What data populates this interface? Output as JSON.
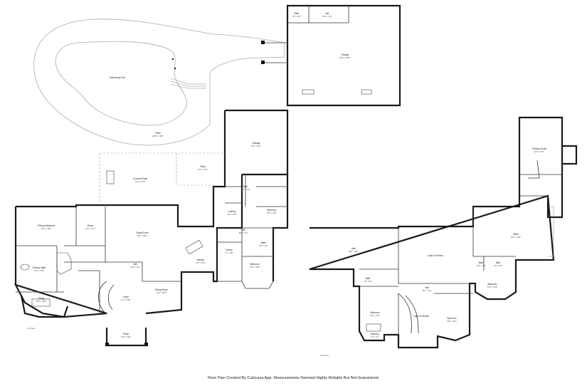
{
  "footer_note": "Floor Plan Created By Cubicasa App. Measurements Deemed Highly Reliable But Not Guaranteed.",
  "floor_labels": {
    "first": "1st Floor",
    "second": "2nd Floor"
  },
  "rooms": {
    "swimming_pool": {
      "name": "Swimming Pool"
    },
    "garage": {
      "name": "Garage",
      "dim": "29'6\" x 40'10\""
    },
    "bath_shop": {
      "name": "Bath",
      "dim": "8'0\" x 6'0\""
    },
    "bar": {
      "name": "Bar",
      "dim": "20'0\" x 11'1\""
    },
    "patio": {
      "name": "Patio",
      "dim": "108'3\" x 49'5\""
    },
    "garage_main": {
      "name": "Garage",
      "dim": "26'1\" x 21'0\""
    },
    "covered_patio": {
      "name": "Covered Patio",
      "dim": "37'0\" x 26'6\""
    },
    "patio2": {
      "name": "Patio",
      "dim": "27'1\" x 16'7\""
    },
    "primary_bedroom": {
      "name": "Primary Bedroom",
      "dim": "18'1\" x 18'9\""
    },
    "room_a": {
      "name": "Room",
      "dim": "11'0\" x 17'2\""
    },
    "great_room": {
      "name": "Great Room",
      "dim": "26'4\" x 28'3\""
    },
    "primary_bath": {
      "name": "Primary Bath",
      "dim": "15'4\" x 12'6\""
    },
    "study": {
      "name": "Study",
      "dim": "18'0\" x 18'3\""
    },
    "hall1": {
      "name": "Hall",
      "dim": "24'9\" x 5'3\""
    },
    "foyer": {
      "name": "Foyer",
      "dim": "17'7\" x 18'3\""
    },
    "dining_room": {
      "name": "Dining Room",
      "dim": "16'5\" x 14'5\""
    },
    "porch": {
      "name": "Porch",
      "dim": "21'0\" x 10'0\""
    },
    "kitchen": {
      "name": "Kitchen",
      "dim": "17'5\" x 14'0\""
    },
    "laundry": {
      "name": "Laundry",
      "dim": "9'0\" x 14'9\""
    },
    "bath_1": {
      "name": "Bath",
      "dim": "14'1\" x 9'9\""
    },
    "bedroom_1": {
      "name": "Bedroom",
      "dim": "13'5\" x 14'2\""
    },
    "hall2": {
      "name": "Hall",
      "dim": "26'5\" x 6'4\""
    },
    "pantry": {
      "name": "Pantry",
      "dim": "5'7\" x 9'8\""
    },
    "bath_2": {
      "name": "Bath",
      "dim": "10'8\" x 6'0\""
    },
    "bedroom_2": {
      "name": "Bedroom",
      "dim": "15'0\" x 15'8\""
    },
    "attic": {
      "name": "Attic",
      "dim": "49'5\" x 19'7\""
    },
    "open_to_below": {
      "name": "Open To Below",
      "dim": ""
    },
    "office": {
      "name": "Office",
      "dim": "30'0\" x 26'8\""
    },
    "primary_room": {
      "name": "Primary Room",
      "dim": "18'0\" x 26'7\""
    },
    "bath_3": {
      "name": "Bath",
      "dim": "13'6\" x 6'3\""
    },
    "bath_4": {
      "name": "Bath",
      "dim": "9'0\" x 8'0\""
    },
    "bedroom_3": {
      "name": "Bedroom",
      "dim": "13'6\" x 14'8\""
    },
    "bedroom_4": {
      "name": "Bedroom",
      "dim": "14'0\" x 18'1\""
    },
    "hall3": {
      "name": "Hall",
      "dim": "26'7\" x 4'0\""
    },
    "bedroom_5": {
      "name": "Bedroom",
      "dim": "15'2\" x 15'4\""
    },
    "balcony": {
      "name": "Balcony",
      "dim": "7'0\" x 4'0\""
    },
    "open_to_below_2": {
      "name": "Open To Below",
      "dim": ""
    },
    "bath_5": {
      "name": "Bath",
      "dim": "7'8\" x 9'0\""
    }
  }
}
